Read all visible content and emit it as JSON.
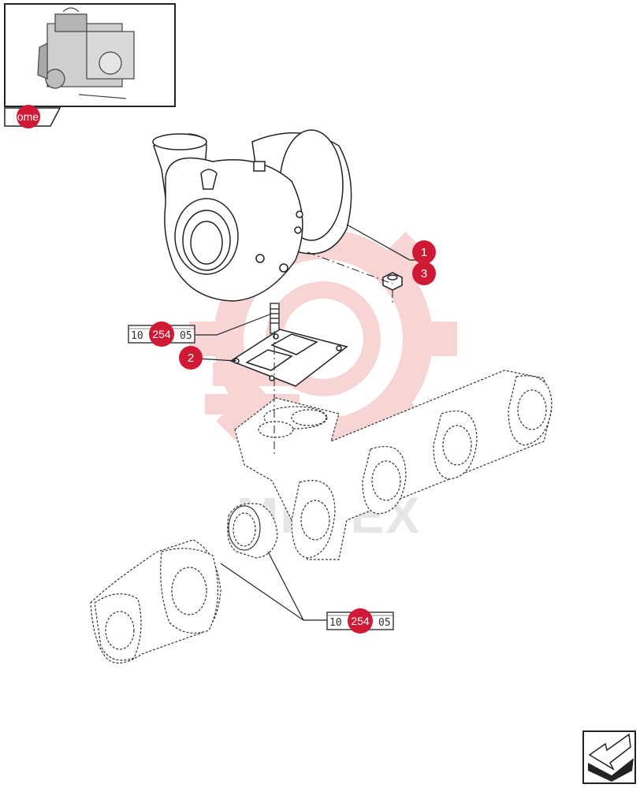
{
  "colors": {
    "callout": "#d01935",
    "watermark": "#f7d0d0",
    "line": "#222222"
  },
  "home": {
    "label": "home",
    "icon": "engine-thumbnail-icon"
  },
  "watermark": {
    "text": "MHTEX"
  },
  "callouts": [
    {
      "id": "1",
      "label": "1"
    },
    {
      "id": "2",
      "label": "2"
    },
    {
      "id": "3",
      "label": "3"
    }
  ],
  "refs": [
    {
      "prefix": "10",
      "number": "254",
      "suffix": "05"
    },
    {
      "prefix": "10",
      "number": "254",
      "suffix": "05"
    }
  ],
  "nav": {
    "icon": "next-page-arrow-icon"
  }
}
